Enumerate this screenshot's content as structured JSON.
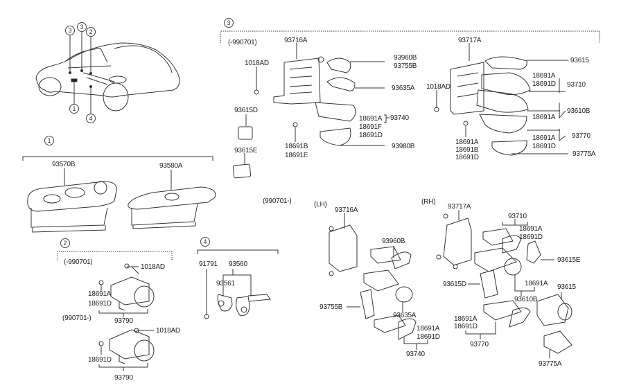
{
  "diagram": {
    "type": "parts-exploded-view",
    "subject": "Door / console power window & mirror switches",
    "locator_callouts": [
      "3",
      "3",
      "2",
      "1",
      "4"
    ],
    "sections": {
      "s1": {
        "callout": "1",
        "parts": [
          "93570B",
          "93580A"
        ]
      },
      "s2": {
        "callout": "2",
        "variant_a": "(-990701)",
        "variant_b": "(990701-)",
        "a_bolt": "1018AD",
        "a_screws": [
          "18691A",
          "18691D"
        ],
        "a_assembly": "93790",
        "b_bolt": "1018AD",
        "b_screws": [
          "18691D"
        ],
        "b_assembly": "93790"
      },
      "s3": {
        "callout": "3",
        "variant_a": "(-990701)",
        "variant_b": "(990701-)",
        "lh": "(LH)",
        "rh": "(RH)",
        "a_left": {
          "bracket": "93716A",
          "bolt": "1018AD",
          "switch_top_1": "93960B",
          "switch_top_2": "93755B",
          "switch_mid": "93635A",
          "cover_1": "93615D",
          "cover_2": "93615E",
          "bulbs": [
            "18691A",
            "18691F",
            "18691D"
          ],
          "assembly": "93740",
          "screws": [
            "18691B",
            "18691E"
          ],
          "switch_bottom": "93980B"
        },
        "a_right": {
          "bracket": "93717A",
          "bolt": "1018AD",
          "switch_1": "93615",
          "bulbs_1": [
            "18691A",
            "18691D"
          ],
          "switch_2": "93710",
          "switch_3": "93610B",
          "bulbs_3": [
            "18691A"
          ],
          "screws": [
            "18691A",
            "18691B",
            "18691D"
          ],
          "bulbs_4": [
            "18691A",
            "18691D"
          ],
          "switch_4": "93770",
          "switch_5": "93775A"
        },
        "b_lh": {
          "bracket": "93716A",
          "switch_1": "93960B",
          "switch_2": "93635A",
          "switch_3": "93755B",
          "bulbs": [
            "18691A",
            "18691D"
          ],
          "assembly": "93740"
        },
        "b_rh": {
          "bracket": "93717A",
          "switch_1": "93710",
          "bulbs_1": [
            "18691A",
            "18691D"
          ],
          "cover_e": "93615E",
          "cover_d": "93615D",
          "bulbs_2": [
            "18691A"
          ],
          "switch_2": "93610B",
          "switch_3": "93615",
          "bulbs_3": [
            "18691A",
            "18691D"
          ],
          "assembly": "93770",
          "switch_4": "93775A"
        }
      },
      "s4": {
        "callout": "4",
        "screw": "91791",
        "assembly": "93560",
        "part": "93561"
      }
    }
  }
}
